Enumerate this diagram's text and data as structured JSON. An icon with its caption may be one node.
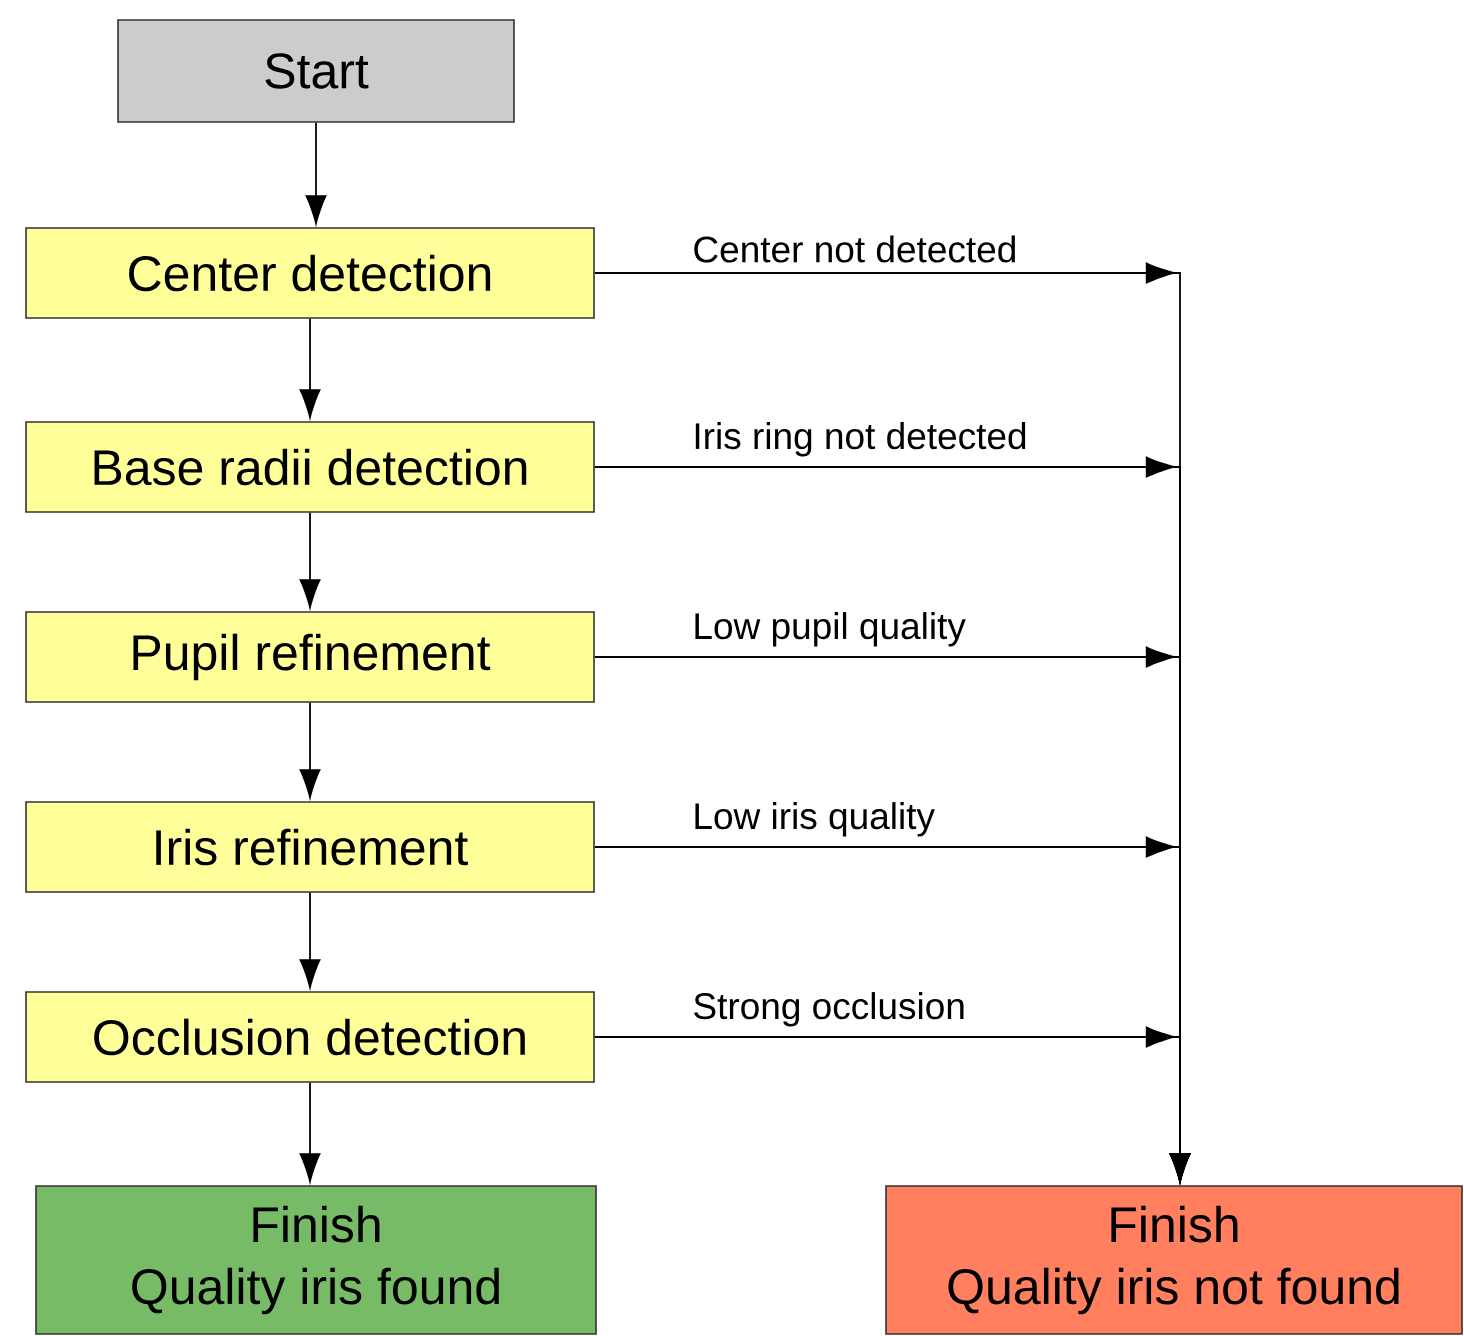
{
  "diagram": {
    "nodes": [
      {
        "text": [
          "Start"
        ]
      },
      {
        "text": [
          "Center detection"
        ]
      },
      {
        "text": [
          "Base radii detection"
        ]
      },
      {
        "text": [
          "Pupil refinement"
        ]
      },
      {
        "text": [
          "Iris refinement"
        ]
      },
      {
        "text": [
          "Occlusion detection"
        ]
      },
      {
        "text": [
          "Finish",
          "Quality iris found"
        ]
      },
      {
        "text": [
          "Finish",
          "Quality iris not found"
        ]
      }
    ],
    "edges": [
      {
        "from": 0,
        "to": 1,
        "arrow": "to"
      },
      {
        "from": 1,
        "to": 2,
        "arrow": "to"
      },
      {
        "from": 2,
        "to": 3,
        "arrow": "to"
      },
      {
        "from": 3,
        "to": 4,
        "arrow": "to"
      },
      {
        "from": 4,
        "to": 5,
        "arrow": "to"
      },
      {
        "from": 5,
        "to": 6,
        "arrow": "to"
      },
      {
        "from": 1,
        "to": 7,
        "arrow": "to",
        "label": "Center not detected"
      },
      {
        "from": 2,
        "to": 7,
        "arrow": "to",
        "label": "Iris ring not detected"
      },
      {
        "from": 3,
        "to": 7,
        "arrow": "to",
        "label": "Low pupil quality"
      },
      {
        "from": 4,
        "to": 7,
        "arrow": "to",
        "label": "Low iris quality"
      },
      {
        "from": 5,
        "to": 7,
        "arrow": "to",
        "label": "Strong occlusion"
      }
    ]
  }
}
